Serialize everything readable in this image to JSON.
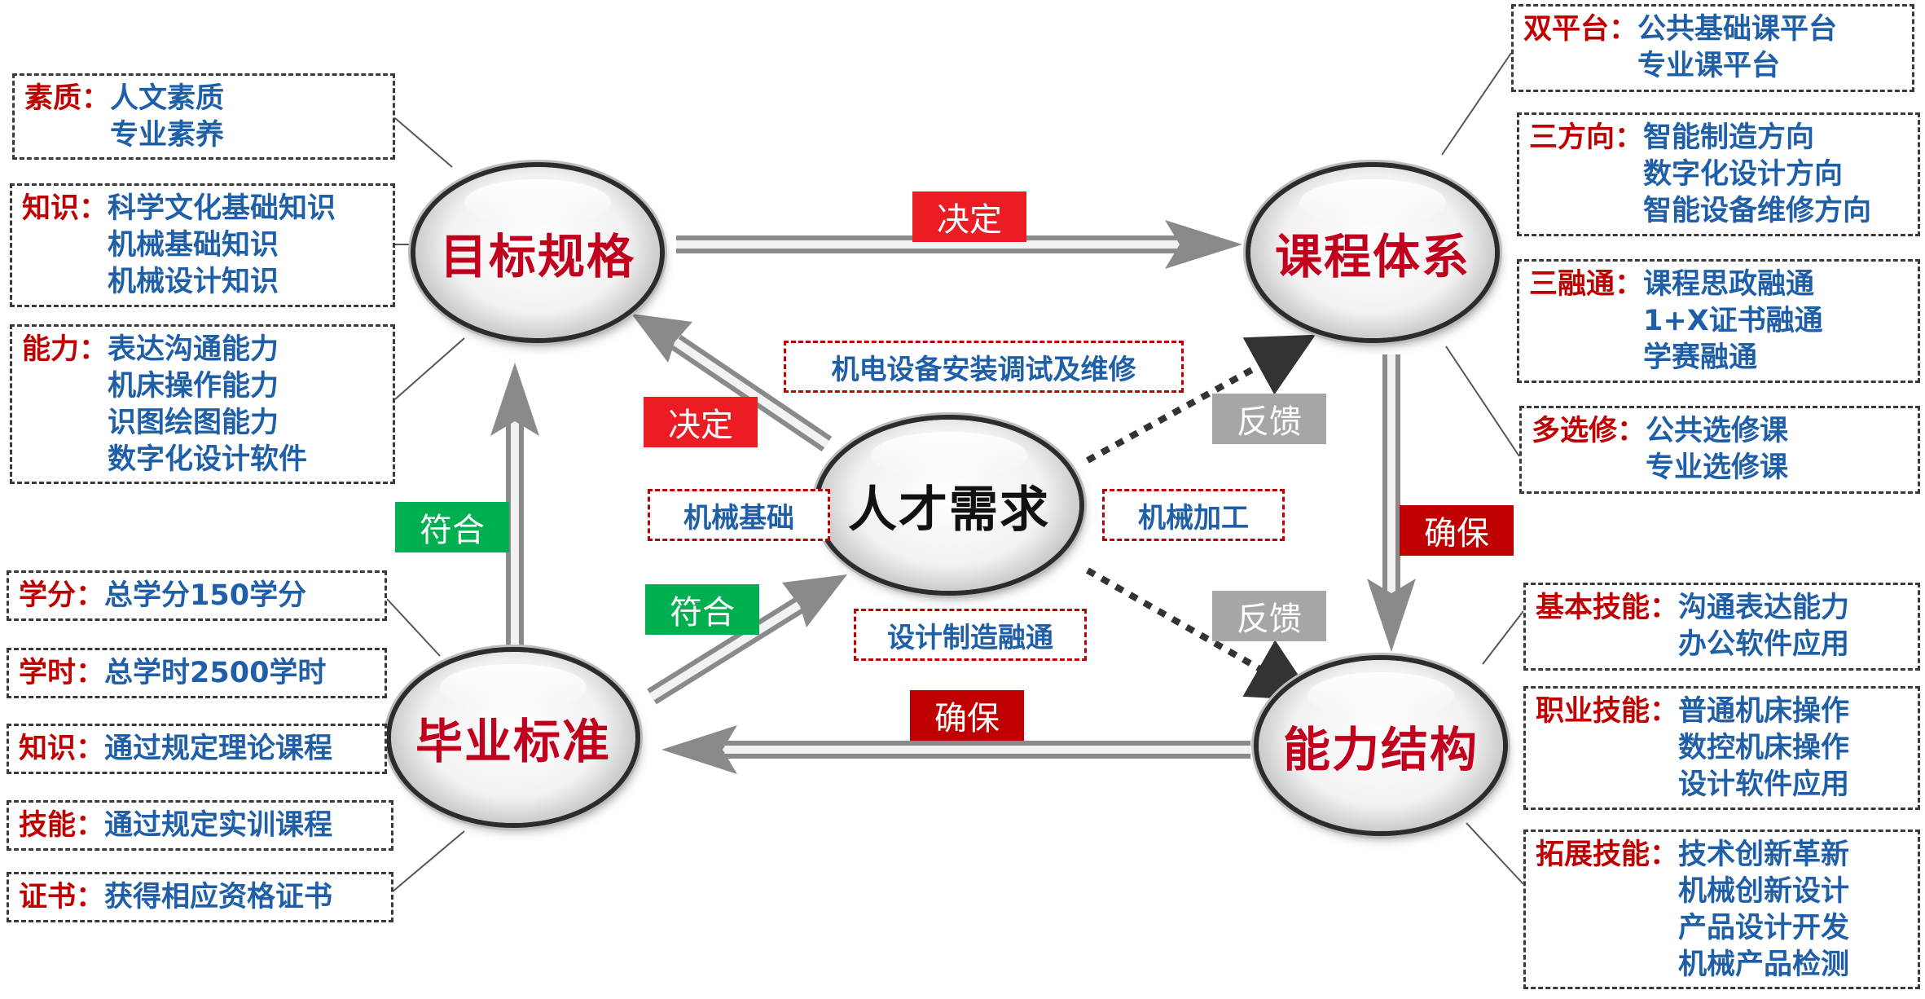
{
  "nodes": {
    "goal": "目标规格",
    "course": "课程体系",
    "ability": "能力结构",
    "graduation": "毕业标准",
    "talent": "人才需求"
  },
  "arrow_labels": {
    "decide_top": "决定",
    "decide_left": "决定",
    "match_left": "符合",
    "match_center": "符合",
    "ensure_right": "确保",
    "ensure_bottom": "确保",
    "feedback_top": "反馈",
    "feedback_bottom": "反馈"
  },
  "talent_keywords": {
    "top": "机电设备安装调试及维修",
    "left": "机械基础",
    "right": "机械加工",
    "bottom": "设计制造融通"
  },
  "goal_boxes": [
    {
      "title": "素质：",
      "items": [
        "人文素质",
        "专业素养"
      ]
    },
    {
      "title": "知识：",
      "items": [
        "科学文化基础知识",
        "机械基础知识",
        "机械设计知识"
      ]
    },
    {
      "title": "能力：",
      "items": [
        "表达沟通能力",
        "机床操作能力",
        "识图绘图能力",
        "数字化设计软件"
      ]
    }
  ],
  "graduation_boxes": [
    {
      "title": "学分：",
      "items": [
        "总学分150学分"
      ]
    },
    {
      "title": "学时：",
      "items": [
        "总学时2500学时"
      ]
    },
    {
      "title": "知识：",
      "items": [
        "通过规定理论课程"
      ]
    },
    {
      "title": "技能：",
      "items": [
        "通过规定实训课程"
      ]
    },
    {
      "title": "证书：",
      "items": [
        "获得相应资格证书"
      ]
    }
  ],
  "course_boxes": [
    {
      "title": "双平台：",
      "items": [
        "公共基础课平台",
        "专业课平台"
      ]
    },
    {
      "title": "三方向：",
      "items": [
        "智能制造方向",
        "数字化设计方向",
        "智能设备维修方向"
      ]
    },
    {
      "title": "三融通：",
      "items": [
        "课程思政融通",
        "1+X证书融通",
        "学赛融通"
      ]
    },
    {
      "title": "多选修：",
      "items": [
        "公共选修课",
        "专业选修课"
      ]
    }
  ],
  "ability_boxes": [
    {
      "title": "基本技能：",
      "items": [
        "沟通表达能力",
        "办公软件应用"
      ]
    },
    {
      "title": "职业技能：",
      "items": [
        "普通机床操作",
        "数控机床操作",
        "设计软件应用"
      ]
    },
    {
      "title": "拓展技能：",
      "items": [
        "技术创新革新",
        "机械创新设计",
        "产品设计开发",
        "机械产品检测"
      ]
    }
  ],
  "colors": {
    "title_red": "#c00000",
    "item_blue": "#1f5fa8",
    "tag_red": "#ec1c24",
    "tag_green": "#00b050",
    "tag_gray": "#a6a6a6"
  }
}
